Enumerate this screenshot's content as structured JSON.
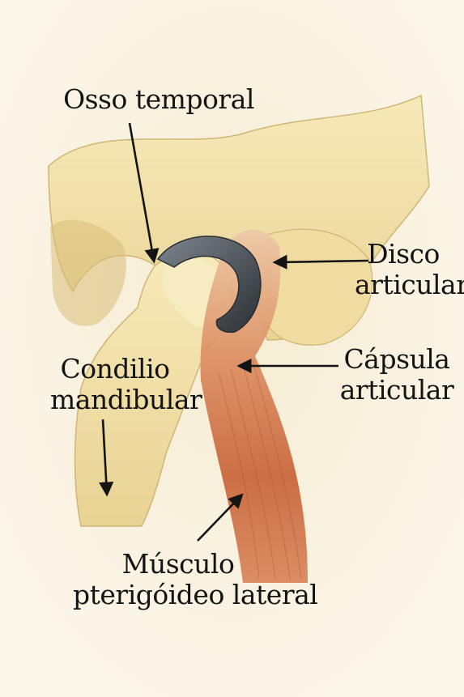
{
  "labels": {
    "temporal_bone": [
      "Osso temporal"
    ],
    "articular_disc": [
      "Disco",
      "articular"
    ],
    "capsule": [
      "Cápsula",
      "articular"
    ],
    "condyle": [
      "Condilio",
      "mandibular"
    ],
    "muscle": [
      "Músculo",
      "pterigóideo lateral"
    ]
  },
  "colors": {
    "background": "#fbf6ea",
    "bone": "#f1e0a6",
    "disc": "#5d6369",
    "capsule": "#e8b38a",
    "muscle": "#c9683a",
    "arrow": "#141414"
  }
}
